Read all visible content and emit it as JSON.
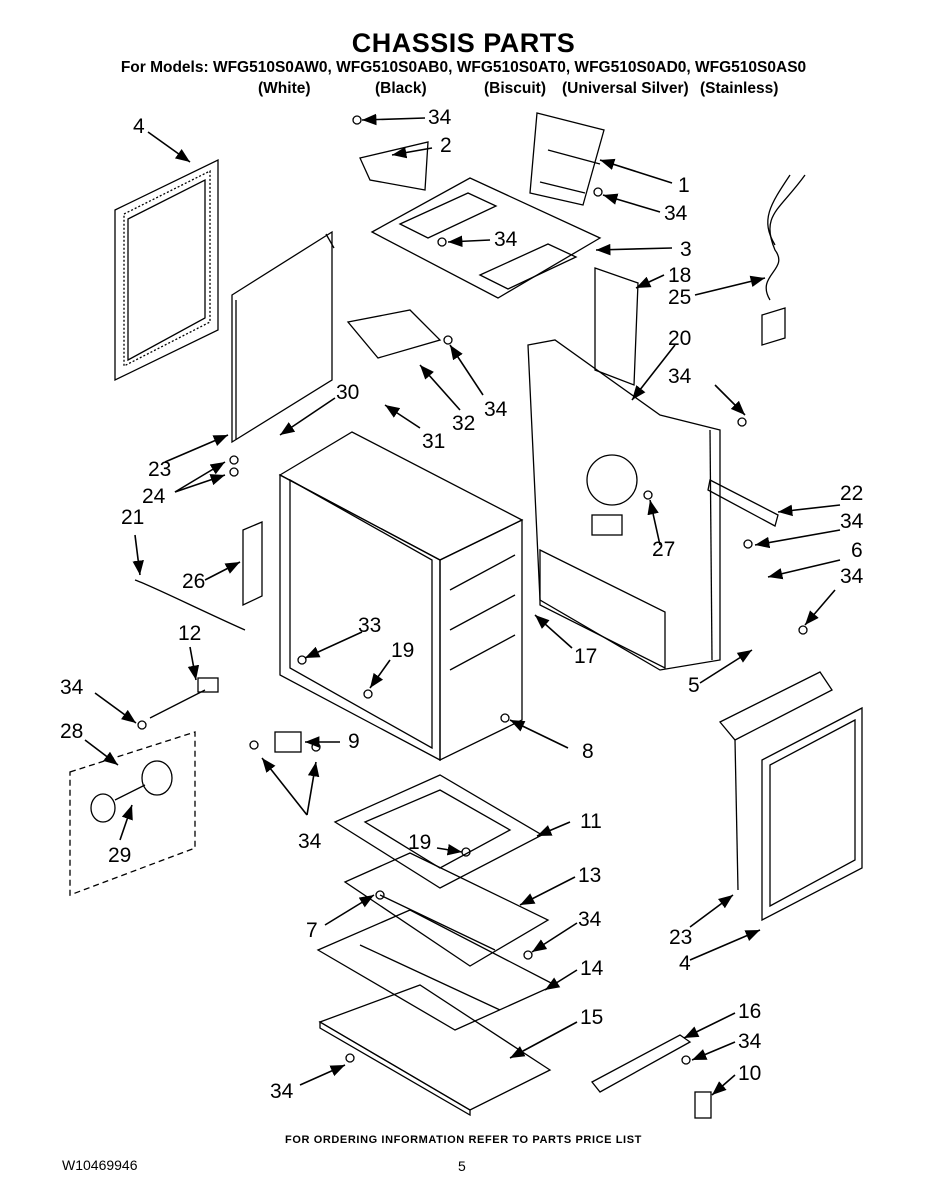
{
  "header": {
    "title": "CHASSIS PARTS",
    "models": "For Models: WFG510S0AW0, WFG510S0AB0, WFG510S0AT0, WFG510S0AD0, WFG510S0AS0",
    "colors": [
      "(White)",
      "(Black)",
      "(Biscuit)",
      "(Universal Silver)",
      "(Stainless)"
    ]
  },
  "callouts": [
    "34",
    "2",
    "4",
    "1",
    "34",
    "34",
    "3",
    "18",
    "25",
    "20",
    "34",
    "30",
    "32",
    "34",
    "31",
    "23",
    "24",
    "22",
    "21",
    "34",
    "26",
    "6",
    "27",
    "34",
    "33",
    "12",
    "19",
    "17",
    "5",
    "34",
    "28",
    "9",
    "8",
    "11",
    "29",
    "34",
    "19",
    "13",
    "7",
    "34",
    "23",
    "4",
    "14",
    "15",
    "16",
    "34",
    "10",
    "34"
  ],
  "footer": {
    "ordering_note": "FOR ORDERING INFORMATION REFER TO PARTS PRICE LIST",
    "doc_number": "W10469946",
    "page_number": "5"
  }
}
